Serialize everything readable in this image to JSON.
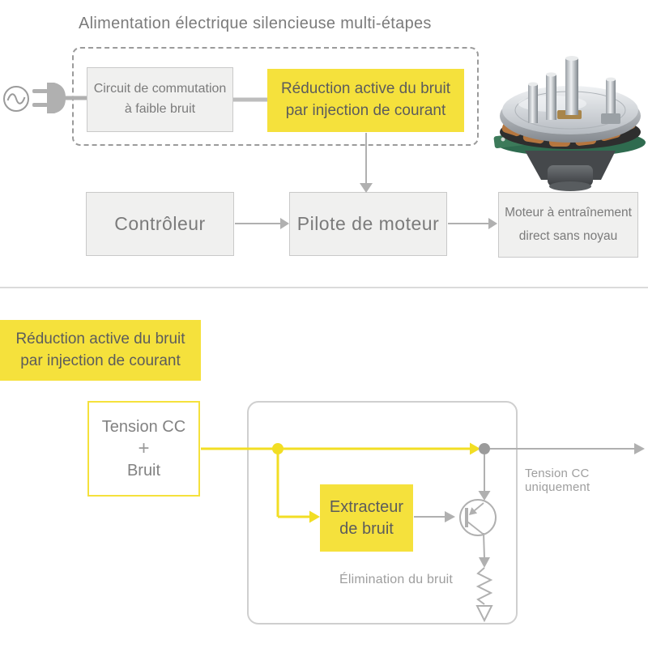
{
  "colors": {
    "accent_yellow": "#f5e13c",
    "line_yellow": "#f2de24",
    "line_gray": "#b0b0b0",
    "text_gray": "#7b7b7b",
    "text_dark": "#5c5c5c",
    "text_light": "#9e9e9e",
    "box_fill": "#f0f0ef",
    "box_border": "#c9c9c9"
  },
  "top_diagram": {
    "title": "Alimentation électrique silencieuse multi-étapes",
    "switching_box": {
      "line1": "Circuit de commutation",
      "line2": "à faible bruit"
    },
    "reduction_box": {
      "line1": "Réduction active du bruit",
      "line2": "par injection de courant"
    },
    "controller_box": {
      "label": "Contrôleur"
    },
    "driver_box": {
      "label": "Pilote de moteur"
    },
    "motor_box": {
      "line1": "Moteur à entraînement",
      "line2": "direct sans noyau"
    },
    "icons": {
      "ac_source": "ac-source-icon",
      "plug": "plug-icon",
      "motor_photo": "coreless-direct-drive-motor-photo"
    }
  },
  "bottom_diagram": {
    "reduction_label": {
      "line1": "Réduction active du bruit",
      "line2": "par injection de courant"
    },
    "source_box": {
      "line1": "Tension CC",
      "plus": "+",
      "line2": "Bruit"
    },
    "extractor_box": {
      "line1": "Extracteur",
      "line2": "de bruit"
    },
    "dc_only_label": "Tension CC uniquement",
    "noise_elimination_label": "Élimination du bruit",
    "icons": {
      "transistor": "pnp-transistor-icon",
      "resistor": "resistor-icon",
      "ground": "ground-arrow-icon"
    }
  }
}
